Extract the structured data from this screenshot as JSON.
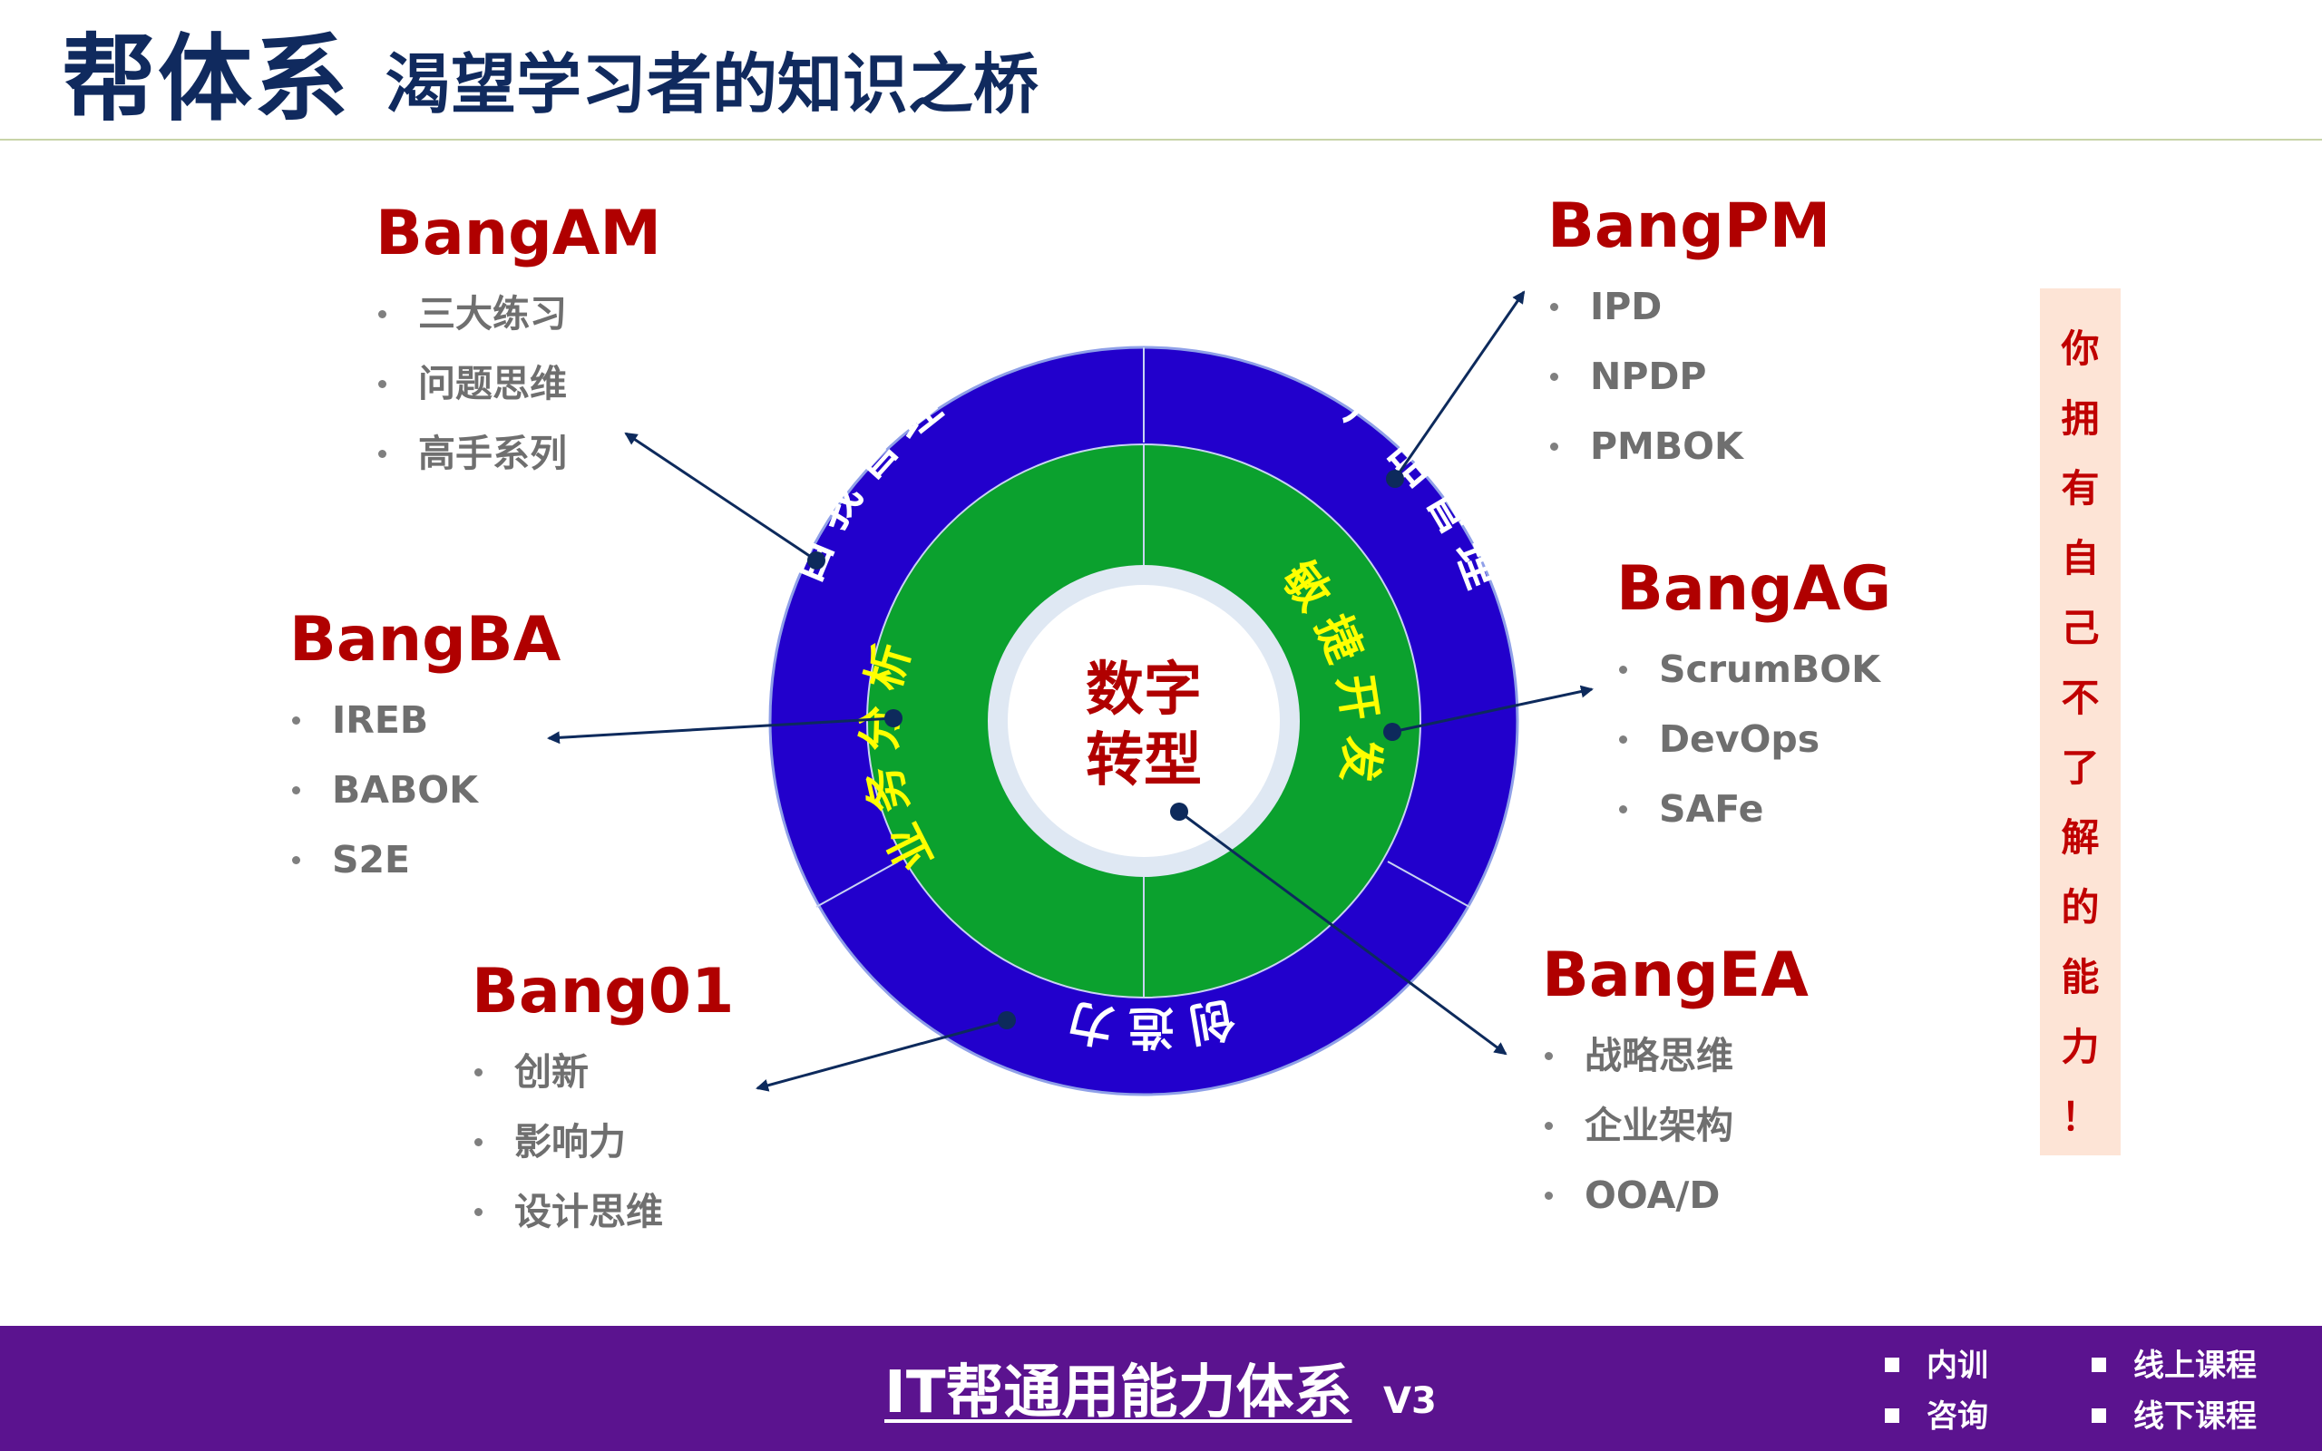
{
  "header": {
    "title": "帮体系",
    "subtitle": "渴望学习者的知识之桥"
  },
  "diagram": {
    "center_line1": "数字",
    "center_line2": "转型",
    "outer_ring": [
      "自我管理",
      "产品管理",
      "创造力"
    ],
    "inner_ring": [
      "业务分析",
      "敏捷开发"
    ],
    "colors": {
      "outer": "#2200cc",
      "inner": "#0ba12e",
      "inner_label": "#ffff00",
      "outer_label": "#ffffff",
      "center_text": "#b00000",
      "center_ring": "#dfe8f3"
    }
  },
  "modules": {
    "am": {
      "title": "BangAM",
      "items": [
        "三大练习",
        "问题思维",
        "高手系列"
      ]
    },
    "pm": {
      "title": "BangPM",
      "items": [
        "IPD",
        "NPDP",
        "PMBOK"
      ]
    },
    "ba": {
      "title": "BangBA",
      "items": [
        "IREB",
        "BABOK",
        "S2E"
      ]
    },
    "ag": {
      "title": "BangAG",
      "items": [
        "ScrumBOK",
        "DevOps",
        "SAFe"
      ]
    },
    "b01": {
      "title": "Bang01",
      "items": [
        "创新",
        "影响力",
        "设计思维"
      ]
    },
    "ea": {
      "title": "BangEA",
      "items": [
        "战略思维",
        "企业架构",
        "OOA/D"
      ]
    }
  },
  "side_banner": [
    "你",
    "拥",
    "有",
    "自",
    "己",
    "不",
    "了",
    "解",
    "的",
    "能",
    "力",
    "！"
  ],
  "footer": {
    "title": "IT帮通用能力体系",
    "version": "V3",
    "tags": [
      "内训",
      "线上课程",
      "咨询",
      "线下课程"
    ]
  }
}
